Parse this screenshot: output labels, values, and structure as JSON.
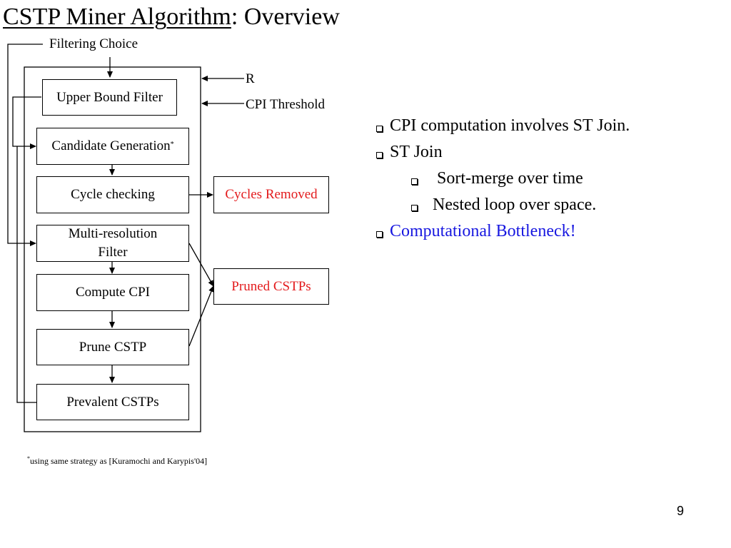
{
  "slide": {
    "title_main": "CSTP Miner Algorithm",
    "title_rest": ": Overview",
    "page_number": "9"
  },
  "diagram": {
    "inputs": {
      "filtering_choice": "Filtering Choice",
      "r": "R",
      "cpi_threshold": "CPI Threshold"
    },
    "steps": {
      "upper_bound_filter": "Upper Bound Filter",
      "candidate_generation": "Candidate Generation",
      "candidate_generation_marker": "*",
      "cycle_checking": "Cycle checking",
      "multi_resolution_line1": "Multi-resolution",
      "multi_resolution_line2": "Filter",
      "compute_cpi": "Compute CPI",
      "prune_cstp": "Prune CSTP",
      "prevalent_cstps": "Prevalent CSTPs"
    },
    "outputs": {
      "cycles_removed": "Cycles Removed",
      "pruned_cstps": "Pruned CSTPs"
    },
    "colors": {
      "output_text": "#e31a1c",
      "lines": "#000000"
    }
  },
  "bullets": [
    {
      "text": "CPI computation involves ST Join.",
      "level": 0
    },
    {
      "text": "ST Join",
      "level": 0
    },
    {
      "text": " Sort-merge over time",
      "level": 1
    },
    {
      "text": "Nested loop over space.",
      "level": 1
    },
    {
      "text": "Computational Bottleneck!",
      "level": 0,
      "color": "#1717e0"
    }
  ],
  "footnote": {
    "marker": "*",
    "text": "using same strategy as [Kuramochi and Karypis'04]"
  }
}
